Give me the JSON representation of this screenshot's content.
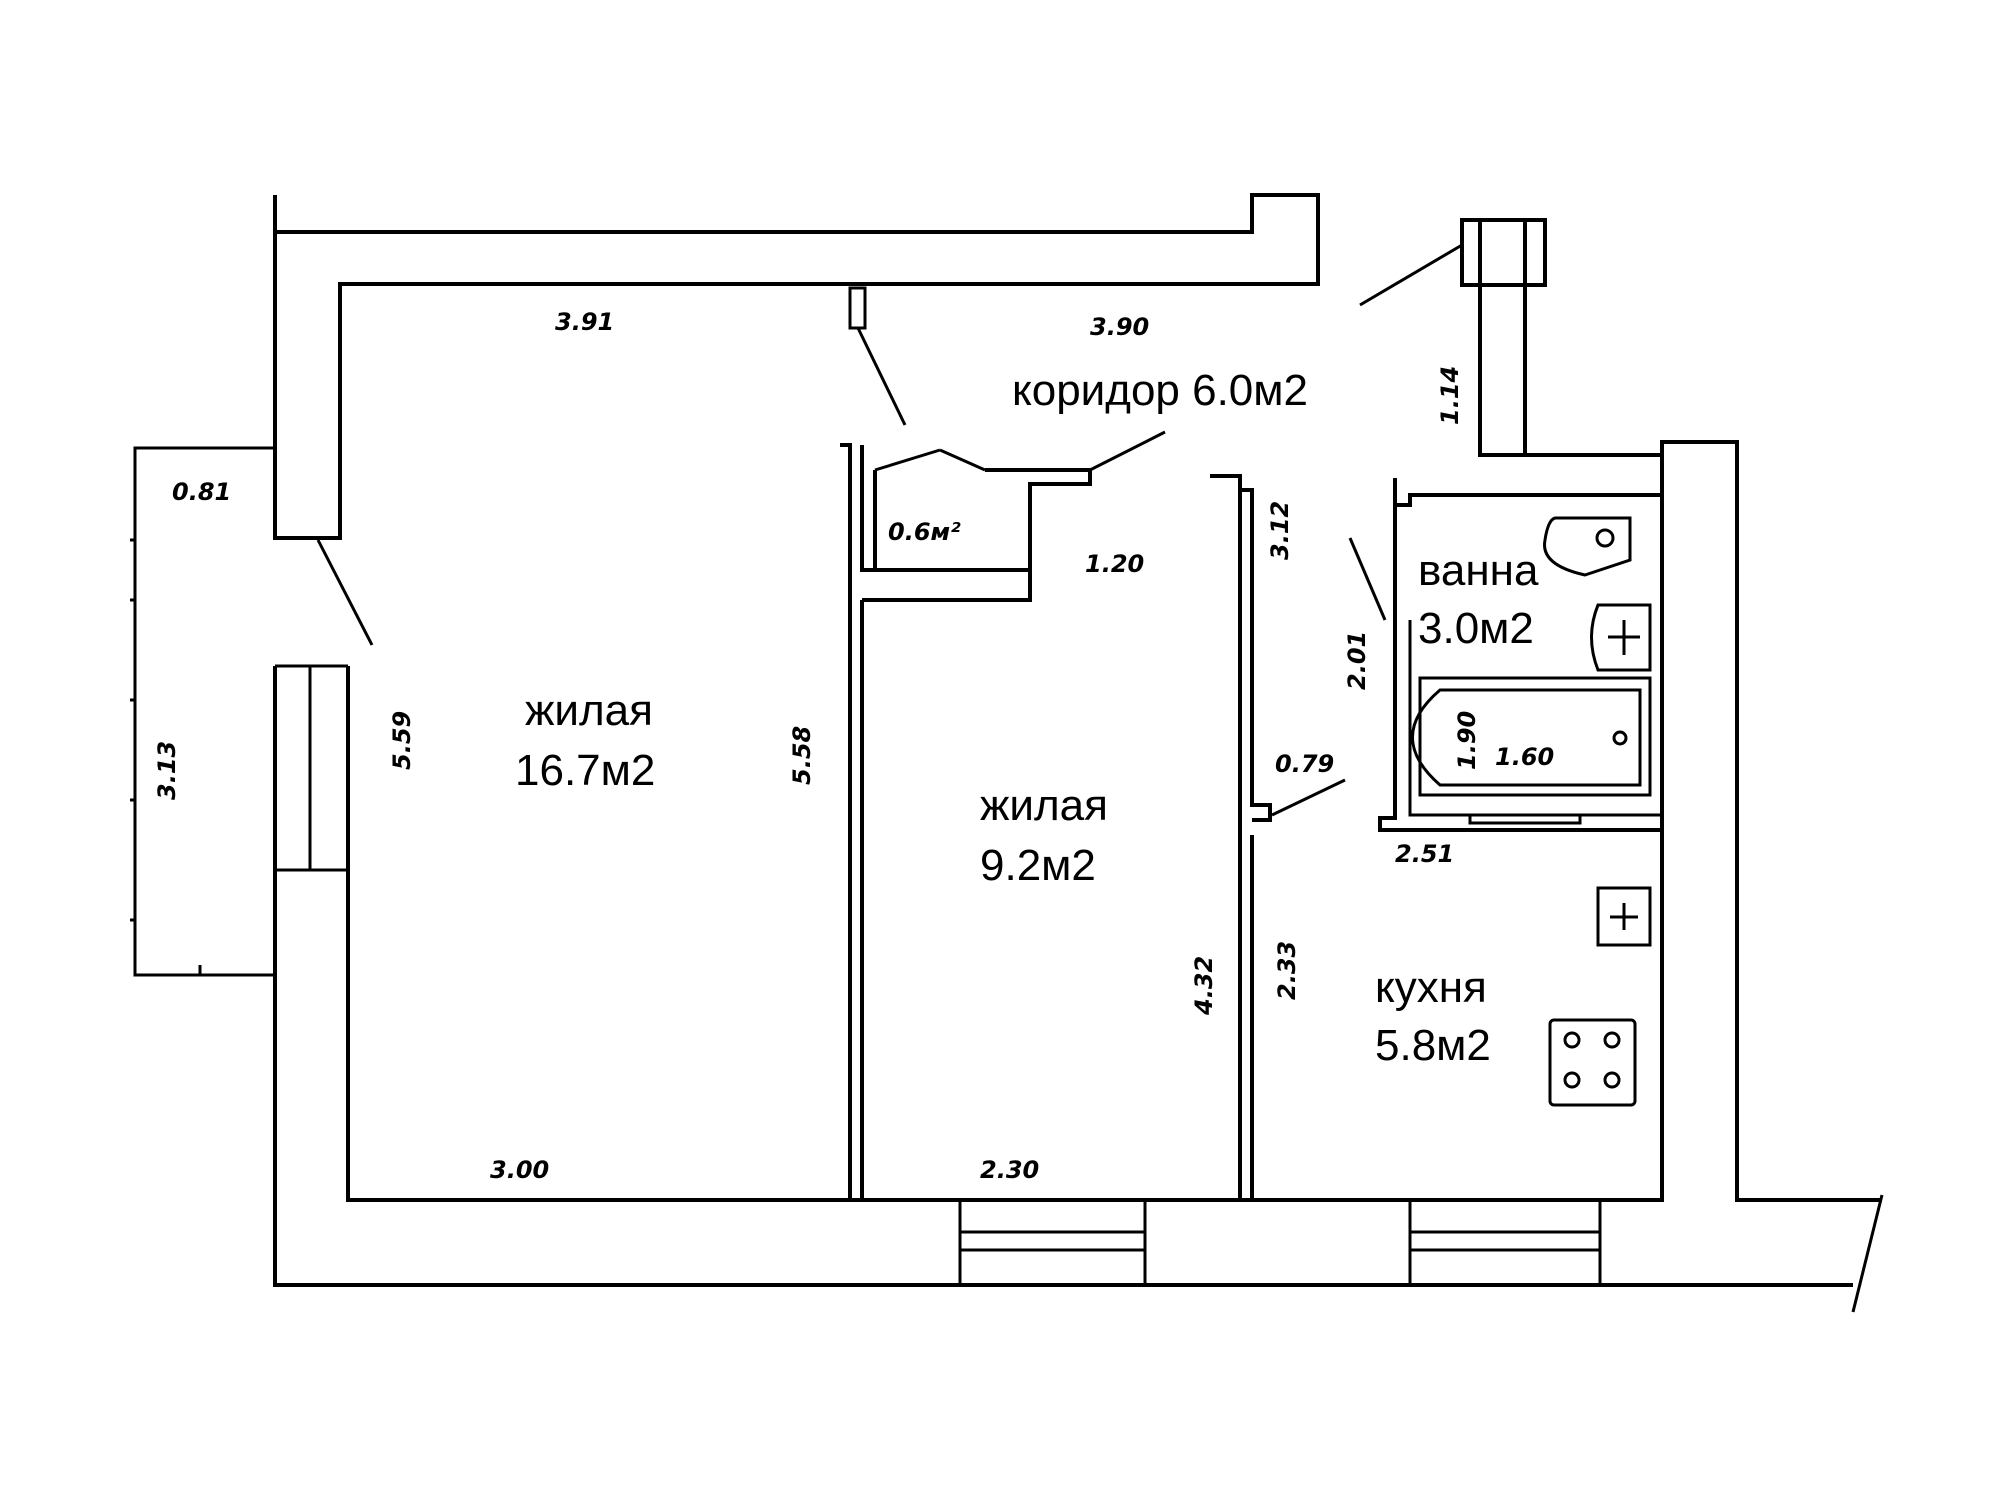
{
  "rooms": {
    "living_large": {
      "name": "жилая",
      "area": "16.7м2"
    },
    "living_small": {
      "name": "жилая",
      "area": "9.2м2"
    },
    "corridor": {
      "label": "коридор 6.0м2"
    },
    "bath": {
      "name": "ванна",
      "area": "3.0м2"
    },
    "kitchen": {
      "name": "кухня",
      "area": "5.8м2"
    },
    "closet": {
      "area": "0.6м²"
    }
  },
  "dimensions": {
    "top_left": "3.91",
    "top_right": "3.90",
    "balcony_width": "0.81",
    "balcony_length": "3.13",
    "large_room_depth": "5.59",
    "partition_depth": "5.58",
    "bottom_left": "3.00",
    "bottom_mid": "2.30",
    "corridor_width": "1.20",
    "corridor_depth": "3.12",
    "bath_top": "1.14",
    "bath_side": "2.01",
    "tub_width": "1.90",
    "tub_length": "1.60",
    "bath_bottom": "2.51",
    "doorway": "0.79",
    "small_room_side": "4.32",
    "kitchen_side": "2.33"
  }
}
